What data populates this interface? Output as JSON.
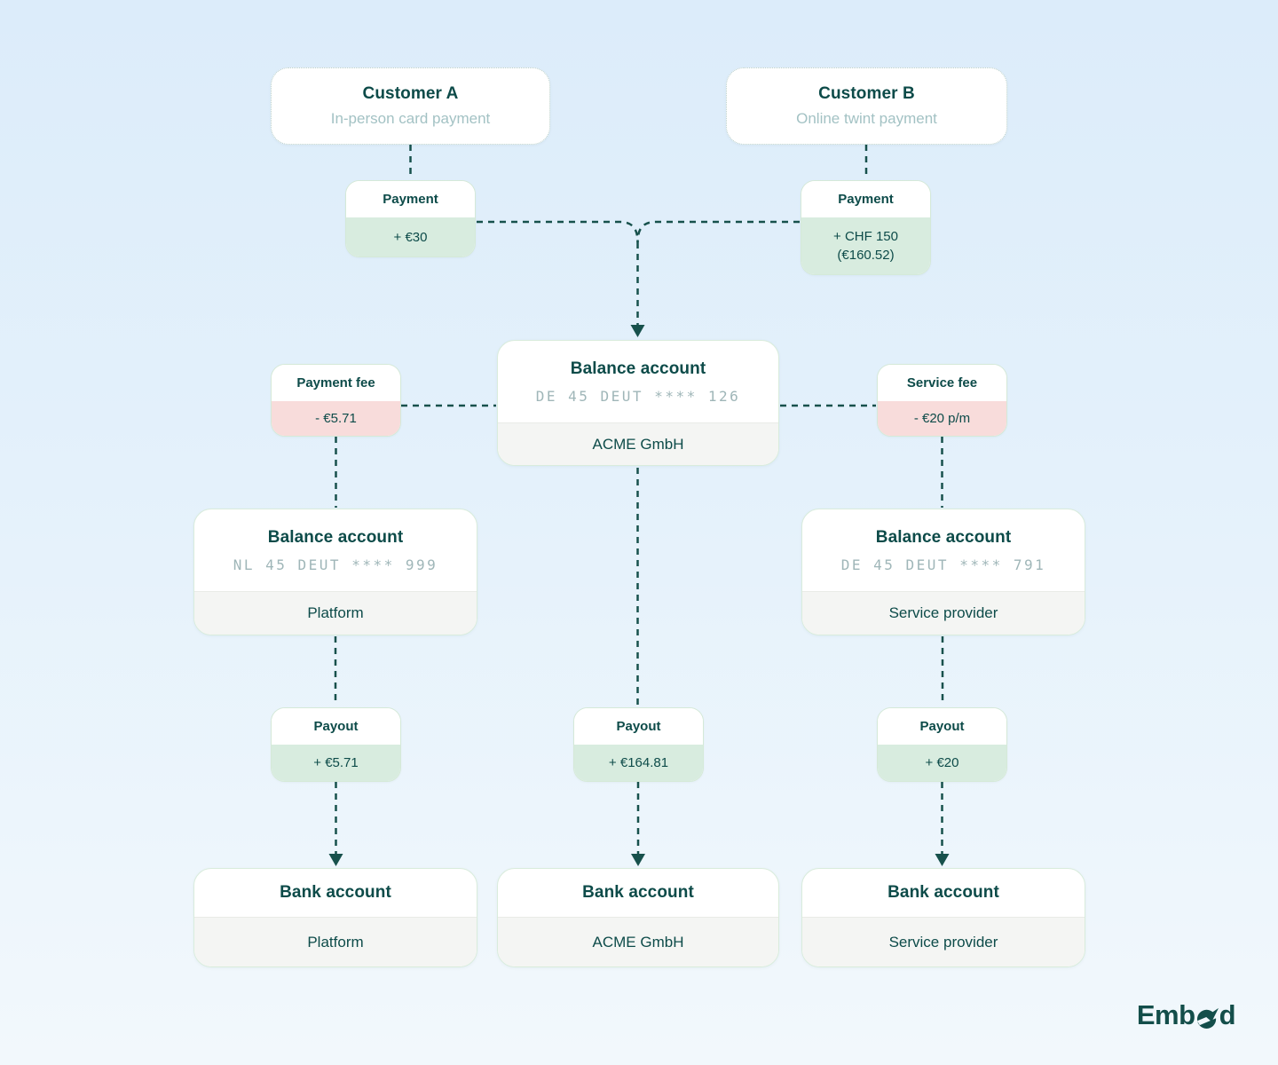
{
  "page": {
    "brand": "Embed",
    "brand_prefix": "Emb",
    "brand_suffix": "d"
  },
  "colors": {
    "background_top": "#dcecfa",
    "background_bottom": "#f2f8fc",
    "accent_dark_teal": "#0d4b49",
    "muted_teal": "#a3c2c4",
    "iban_gray": "#9fb6b8",
    "credit_green_bg": "#d8ecdf",
    "debit_pink_bg": "#f8dcdb",
    "card_footer_gray": "#f4f5f3",
    "card_border_green": "#d9ecdc",
    "connector_teal": "#17514c"
  },
  "nodes": {
    "customer_a": {
      "title": "Customer A",
      "subtitle": "In-person card payment"
    },
    "customer_b": {
      "title": "Customer B",
      "subtitle": "Online twint payment"
    },
    "payment_a": {
      "label": "Payment",
      "amount": "+ €30"
    },
    "payment_b": {
      "label": "Payment",
      "amount": "+ CHF 150",
      "amount_converted": "(€160.52)"
    },
    "payment_fee": {
      "label": "Payment fee",
      "amount": "- €5.71"
    },
    "service_fee": {
      "label": "Service fee",
      "amount": "- €20 p/m"
    },
    "balance_acme": {
      "title": "Balance account",
      "iban": "DE 45 DEUT **** 126",
      "owner": "ACME GmbH"
    },
    "balance_platform": {
      "title": "Balance account",
      "iban": "NL 45 DEUT **** 999",
      "owner": "Platform"
    },
    "balance_service": {
      "title": "Balance account",
      "iban": "DE 45 DEUT **** 791",
      "owner": "Service provider"
    },
    "payout_platform": {
      "label": "Payout",
      "amount": "+ €5.71"
    },
    "payout_acme": {
      "label": "Payout",
      "amount": "+ €164.81"
    },
    "payout_service": {
      "label": "Payout",
      "amount": "+ €20"
    },
    "bank_platform": {
      "title": "Bank account",
      "owner": "Platform"
    },
    "bank_acme": {
      "title": "Bank account",
      "owner": "ACME GmbH"
    },
    "bank_service": {
      "title": "Bank account",
      "owner": "Service provider"
    }
  }
}
